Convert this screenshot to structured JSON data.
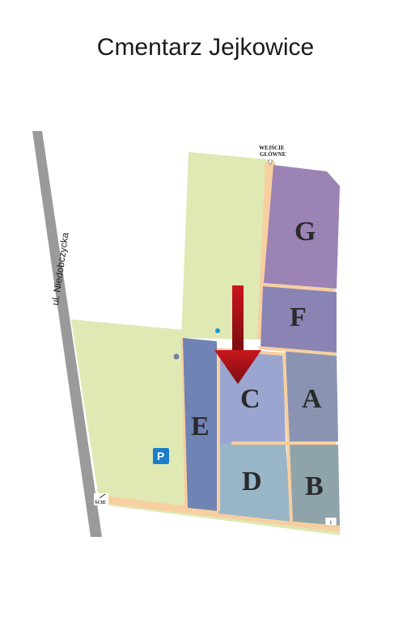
{
  "title": "Cmentarz Jejkowice",
  "street": "ul. Niedobczycka",
  "entrance_main": [
    "WEJŚCIE",
    "GŁÓWNE"
  ],
  "entrance_side": "ŚCIE",
  "parking": "P",
  "marker_small": "i",
  "sections": {
    "A": "A",
    "B": "B",
    "C": "C",
    "D": "D",
    "E": "E",
    "F": "F",
    "G": "G"
  },
  "colors": {
    "background": "#ffffff",
    "green_area": "#e0e8b4",
    "path": "#f7cfa0",
    "road": "#9a9a9a",
    "section_G": "#9b83b5",
    "section_F": "#8a84b5",
    "section_A": "#8a94b2",
    "section_B": "#8ea4aa",
    "section_C": "#9aa6cf",
    "section_D": "#98b6c8",
    "section_E": "#6f83b4",
    "arrow": "#b0141a",
    "parking_sign": "#1a7ec8"
  }
}
